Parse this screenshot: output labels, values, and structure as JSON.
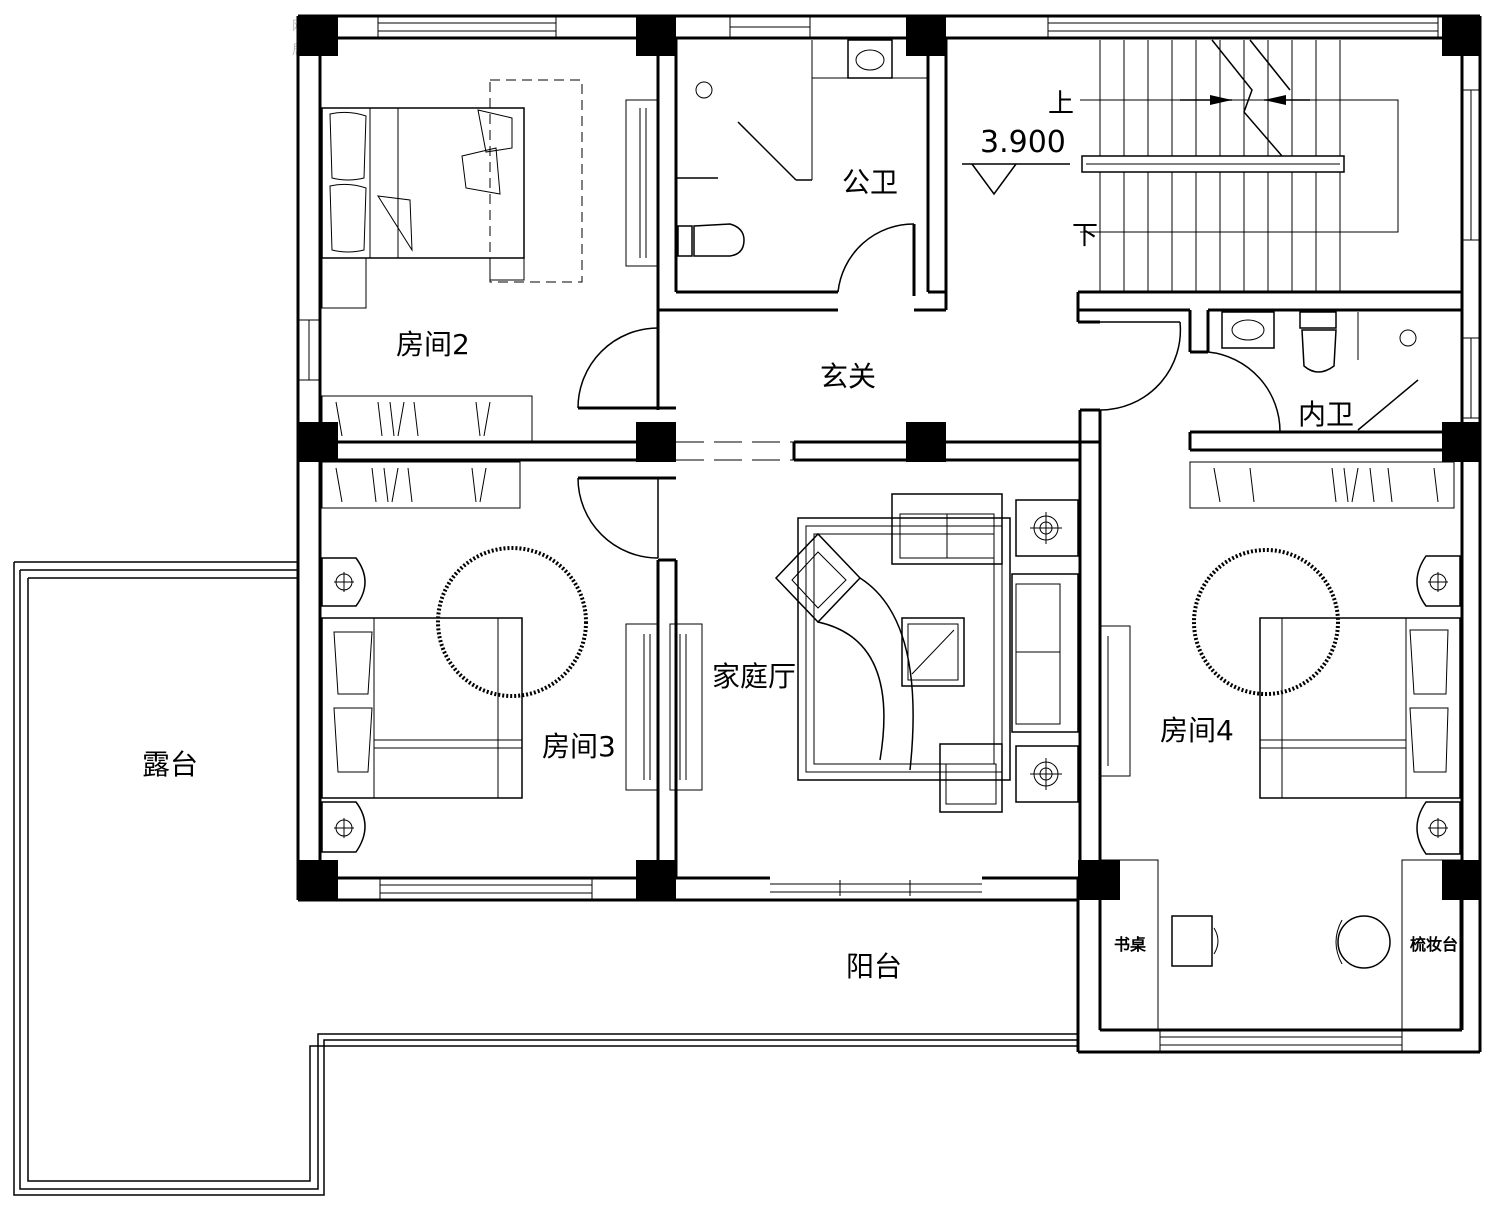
{
  "rooms": {
    "room2": "房间2",
    "room3": "房间3",
    "room4": "房间4",
    "public_bath": "公卫",
    "entry": "玄关",
    "family_hall": "家庭厅",
    "inner_bath": "内卫",
    "terrace": "露台",
    "balcony": "阳台",
    "desk": "书桌",
    "vanity": "梳妆台"
  },
  "stairs": {
    "level": "3.900",
    "up": "上",
    "down": "下"
  },
  "watermark": [
    "网",
    "居"
  ],
  "icons": {
    "stair_arrow": "arrow-icon",
    "bed": "bed-icon",
    "sofa": "sofa-icon",
    "toilet": "toilet-icon",
    "sink": "sink-icon",
    "chair": "chair-icon",
    "lamp": "lamp-icon"
  }
}
